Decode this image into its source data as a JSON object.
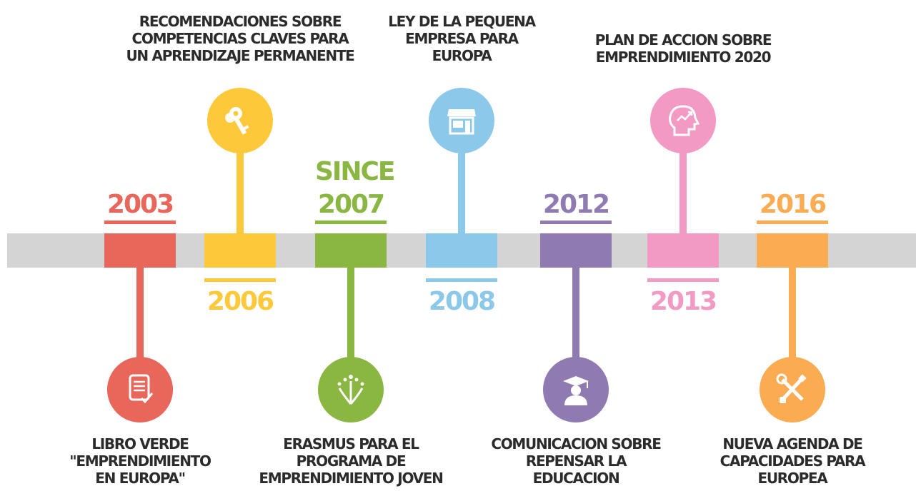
{
  "colors": {
    "band": "#d4d4d4",
    "red": "#e8665a",
    "yellow": "#fdc93a",
    "green": "#8ab642",
    "blue": "#8cc8ea",
    "purple": "#8f7bb2",
    "pink": "#f29ac4",
    "orange": "#fbab52"
  },
  "milestones": [
    {
      "year": "2003",
      "caption": "LIBRO VERDE\n\"EMPRENDIMIENTO\nEN EUROPA\"",
      "icon": "document-check-icon"
    },
    {
      "year": "2006",
      "caption": "RECOMENDACIONES SOBRE\nCOMPETENCIAS CLAVES PARA\nUN APRENDIZAJE PERMANENTE",
      "icon": "keys-icon"
    },
    {
      "year_prefix": "SINCE",
      "year": "2007",
      "caption": "ERASMUS PARA EL\nPROGRAMA DE\nEMPRENDIMIENTO JOVEN",
      "icon": "plant-sprout-icon"
    },
    {
      "year": "2008",
      "caption": "LEY DE LA PEQUENA\nEMPRESA PARA\nEUROPA",
      "icon": "storefront-icon"
    },
    {
      "year": "2012",
      "caption": "COMUNICACION SOBRE\nREPENSAR LA\nEDUCACION",
      "icon": "graduate-icon"
    },
    {
      "year": "2013",
      "caption": "PLAN DE ACCION SOBRE\nEMPRENDIMIENTO 2020",
      "icon": "head-growth-icon"
    },
    {
      "year": "2016",
      "caption": "NUEVA AGENDA DE\nCAPACIDADES PARA\nEUROPEA",
      "icon": "tools-icon"
    }
  ]
}
